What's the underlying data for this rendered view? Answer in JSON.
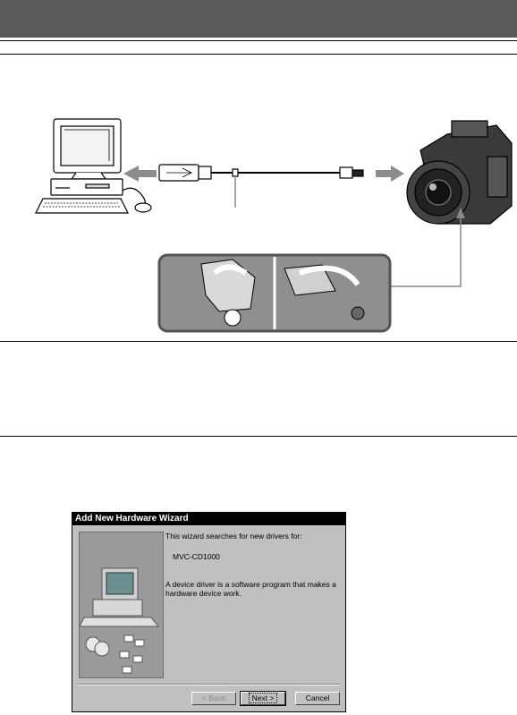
{
  "wizard": {
    "title": "Add New Hardware Wizard",
    "line1": "This wizard searches for new drivers for:",
    "device_name": "MVC-CD1000",
    "desc_line1": "A device driver is a software program that makes a",
    "desc_line2": "hardware device work.",
    "back_label": "< Back",
    "next_label": "Next >",
    "cancel_label": "Cancel"
  }
}
